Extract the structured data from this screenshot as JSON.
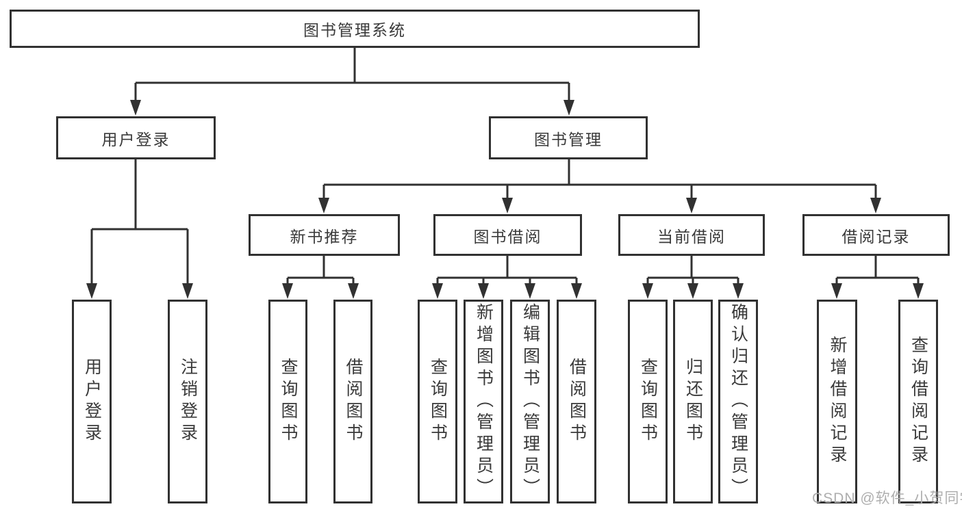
{
  "diagram": {
    "root": {
      "label": "图书管理系统"
    },
    "branches": [
      {
        "label": "用户登录",
        "children": [
          {
            "label": "用户登录"
          },
          {
            "label": "注销登录"
          }
        ]
      },
      {
        "label": "图书管理",
        "children": [
          {
            "label": "新书推荐",
            "children": [
              {
                "label": "查询图书"
              },
              {
                "label": "借阅图书"
              }
            ]
          },
          {
            "label": "图书借阅",
            "children": [
              {
                "label": "查询图书"
              },
              {
                "label": "新增图书（管理员）"
              },
              {
                "label": "编辑图书（管理员）"
              },
              {
                "label": "借阅图书"
              }
            ]
          },
          {
            "label": "当前借阅",
            "children": [
              {
                "label": "查询图书"
              },
              {
                "label": "归还图书"
              },
              {
                "label": "确认归还（管理员）"
              }
            ]
          },
          {
            "label": "借阅记录",
            "children": [
              {
                "label": "新增借阅记录"
              },
              {
                "label": "查询借阅记录"
              }
            ]
          }
        ]
      }
    ]
  },
  "watermark": {
    "text": "CSDN @软件_小贺同学"
  },
  "colors": {
    "line": "#313131",
    "text": "#3a3a3a",
    "background": "#ffffff",
    "watermark": "#aeaeae"
  }
}
